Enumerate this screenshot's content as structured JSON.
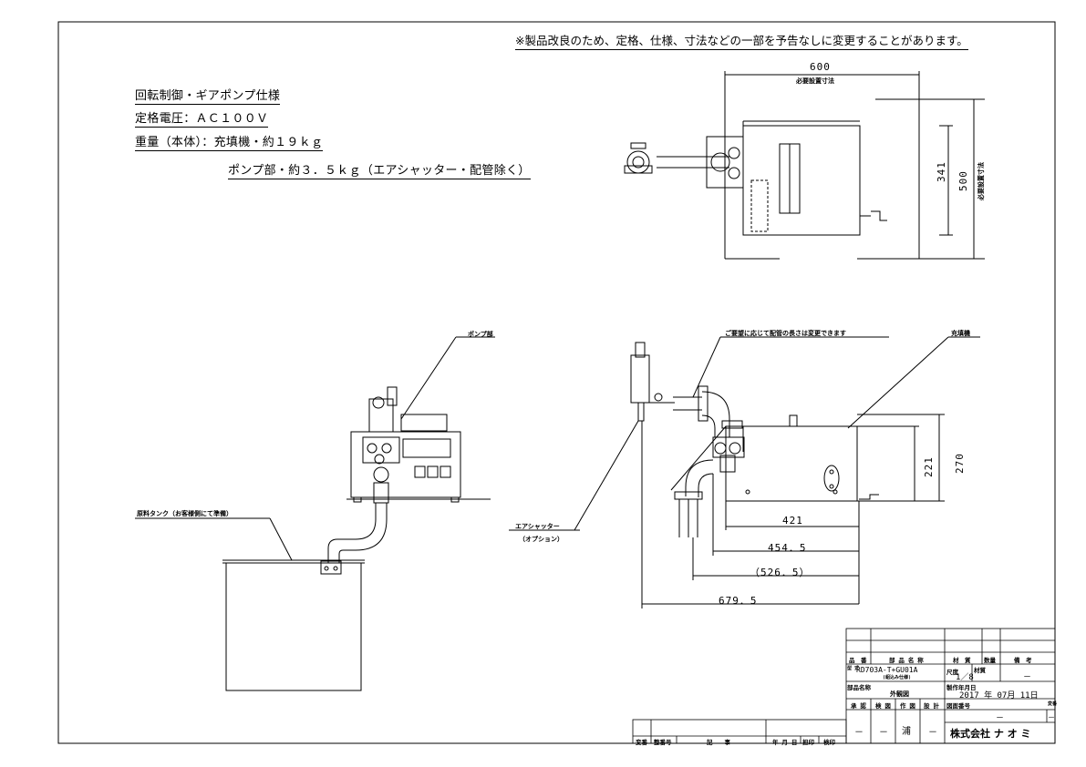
{
  "notice": "※製品改良のため、定格、仕様、寸法などの一部を予告なしに変更することがあります。",
  "specs": {
    "line1": "回転制御・ギアポンプ仕様",
    "line2": "定格電圧：ＡＣ１００Ｖ",
    "line3": "重量（本体）：充填機・約１９ｋｇ",
    "line4": "ポンプ部・約３．５ｋｇ（エアシャッター・配管除く）"
  },
  "top_view": {
    "dim_width": "600",
    "dim_width_label": "必要設置寸法",
    "dim_depth": "341",
    "dim_total": "500",
    "dim_total_label": "必要設置寸法"
  },
  "front_view": {
    "pump_label": "ポンプ部",
    "tank_label": "原料タンク（お客様側にて準備）"
  },
  "side_view": {
    "pipe_note": "ご要望に応じて配管の長さは変更できます",
    "filler_label": "充填機",
    "shutter_label": "エアシャッター",
    "shutter_option": "（オプション）",
    "dim_270": "270",
    "dim_221": "221",
    "dim_421": "421",
    "dim_454_5": "454．5",
    "dim_526_5": "（526．5）",
    "dim_679_5": "679．5"
  },
  "title_block": {
    "h_part_no": "品　番",
    "h_part_name": "部 品 名 称",
    "h_material": "材　質",
    "h_qty": "数量",
    "h_remarks": "備　考",
    "model_label": "型 式",
    "model": "RD703A-T+GU01A",
    "model_sub": "(組込み仕様)",
    "scale_label": "尺度",
    "scale": "1／8",
    "material_label": "材質",
    "material": "－",
    "part_name_label": "部品名称",
    "part_name": "外観図",
    "date_label": "製作年月日",
    "date": "2017 年 07月 11日",
    "approve": "承 認",
    "check": "検 図",
    "drawn": "作 図",
    "design": "設 計",
    "drawing_no_label": "図面番号",
    "rev_label": "変番",
    "approve_val": "－",
    "check_val": "－",
    "drawn_val": "浦",
    "design_val": "－",
    "drawing_no": "－",
    "rev": "－",
    "company": "株式会社 ナ オ ミ"
  },
  "revision_block": {
    "rev": "変番",
    "number": "整番号",
    "desc": "記　　事",
    "date": "年 月 日",
    "drawer": "担印",
    "checker": "検印"
  }
}
